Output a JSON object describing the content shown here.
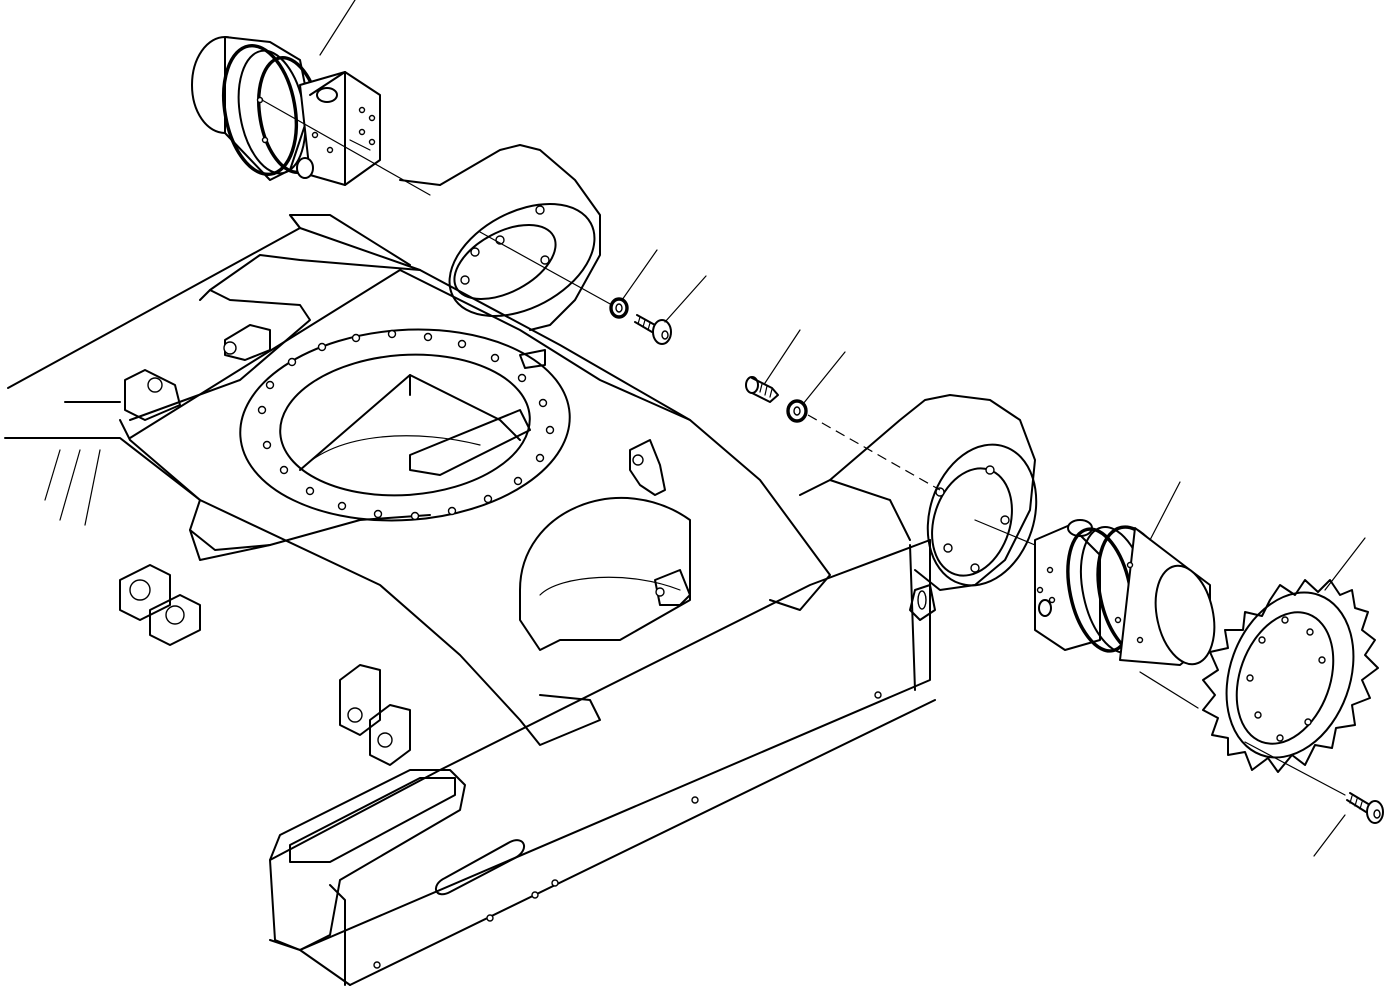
{
  "drawing": {
    "description_free": true,
    "colors": {
      "line": "#000000",
      "background": "#ffffff"
    },
    "parts": [
      {
        "name": "upper-travel-motor"
      },
      {
        "name": "lower-travel-motor"
      },
      {
        "name": "sprocket"
      },
      {
        "name": "washer-left"
      },
      {
        "name": "bolt-left"
      },
      {
        "name": "bolt-middle"
      },
      {
        "name": "washer-middle"
      },
      {
        "name": "bolt-sprocket"
      }
    ]
  }
}
